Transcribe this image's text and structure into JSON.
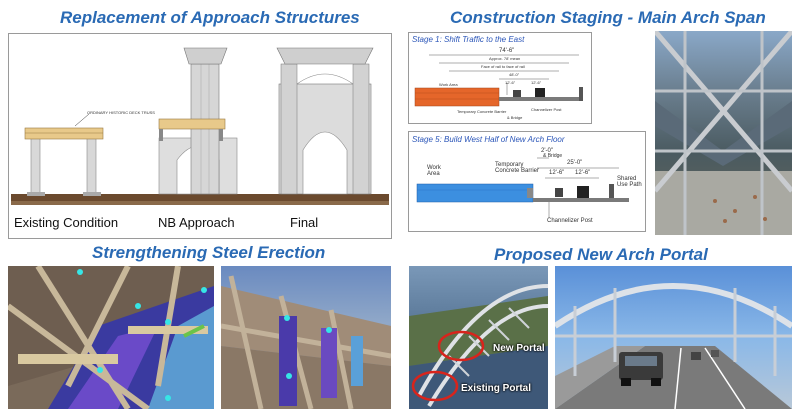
{
  "sections": {
    "approach": {
      "title": "Replacement of Approach Structures",
      "captions": [
        "Existing Condition",
        "NB Approach",
        "Final"
      ],
      "note": "ORDINARY HISTORIC DECK TRUSS"
    },
    "staging": {
      "title": "Construction Staging - Main Arch Span",
      "stage1": {
        "title": "Stage 1: Shift Traffic to the East",
        "labels": [
          "Work Area",
          "Temporary Concrete Barrier",
          "Channelizer Post",
          "& Bridge"
        ],
        "dims": [
          "74'-6\"",
          "Approx. 78' mean",
          "Face of rail to face of rail",
          "48'-0\"",
          "12'-6\"",
          "12'-6\""
        ]
      },
      "stage5": {
        "title": "Stage 5: Build West Half of New Arch Floor",
        "labels": [
          "Work Area",
          "Temporary Concrete Barrier",
          "Channelizer Post",
          "Shared Use Path",
          "& Bridge"
        ],
        "dims": [
          "2'-0\"",
          "25'-0\"",
          "12'-6\"",
          "12'-6\""
        ]
      }
    },
    "steel": {
      "title": "Strengthening Steel Erection"
    },
    "portal": {
      "title": "Proposed New Arch Portal",
      "labels": [
        "New Portal",
        "Existing Portal"
      ]
    }
  },
  "colors": {
    "title_blue": "#2a6ab4",
    "work_area_orange": "#e5662a",
    "work_area_blue": "#3c8fe0",
    "highlight_red": "#d8241c"
  }
}
